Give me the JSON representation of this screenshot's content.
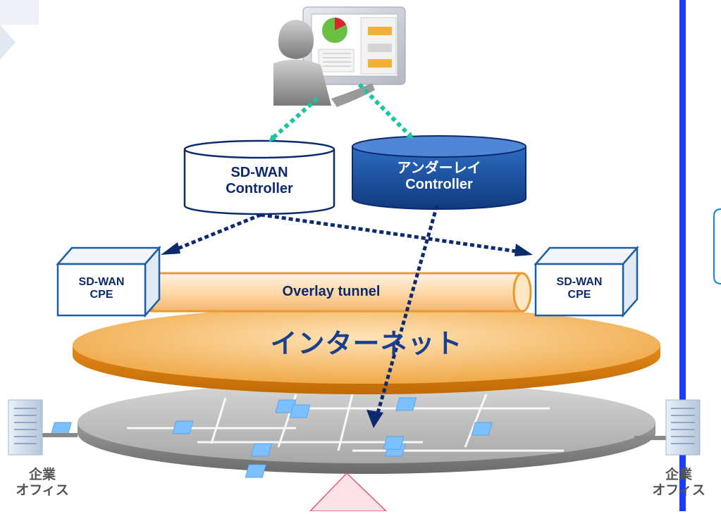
{
  "controllers": {
    "sdwan": {
      "line1": "SD-WAN",
      "line2": "Controller"
    },
    "underlay": {
      "line1": "アンダーレイ",
      "line2": "Controller"
    }
  },
  "cpe": {
    "left": {
      "line1": "SD-WAN",
      "line2": "CPE"
    },
    "right": {
      "line1": "SD-WAN",
      "line2": "CPE"
    }
  },
  "tunnel": {
    "label": "Overlay tunnel"
  },
  "internet": {
    "label": "インターネット"
  },
  "offices": {
    "left": {
      "line1": "企業",
      "line2": "オフィス"
    },
    "right": {
      "line1": "企業",
      "line2": "オフィス"
    }
  },
  "colors": {
    "sdwan_navy": "#0d2a6e",
    "arrow_teal": "#16c7a0",
    "internet_orange": "#f2b45c",
    "underlay_blue": "#1d4e9a",
    "divider_blue": "#1a3cff",
    "node_blue": "#7cc0ff"
  }
}
